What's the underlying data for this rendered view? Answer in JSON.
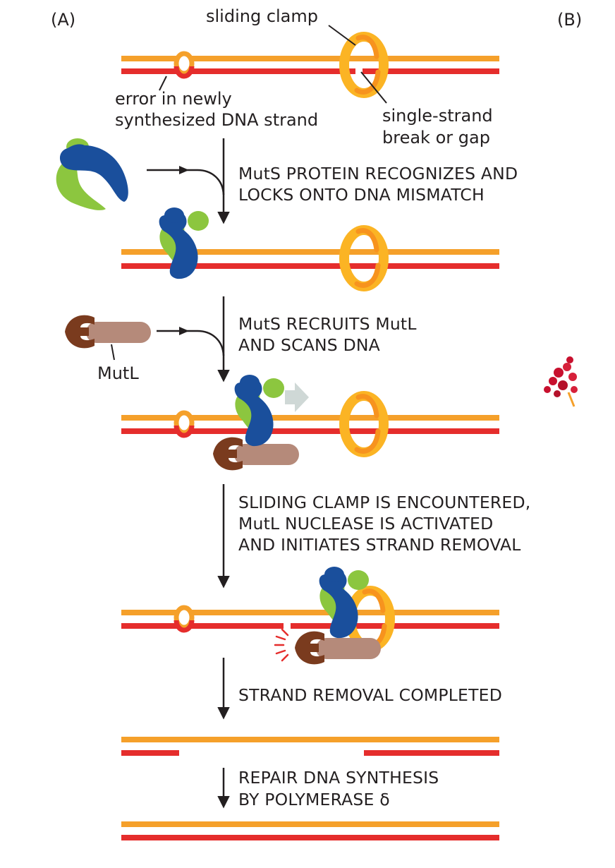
{
  "panel_labels": {
    "a": "(A)",
    "b": "(B)"
  },
  "labels": {
    "sliding_clamp": "sliding clamp",
    "error_line1": "error in newly",
    "error_line2": "synthesized DNA strand",
    "gap_line1": "single-strand",
    "gap_line2": "break or gap",
    "mutl": "MutL"
  },
  "steps": [
    {
      "line1": "MutS PROTEIN RECOGNIZES AND",
      "line2": "LOCKS ONTO DNA MISMATCH"
    },
    {
      "line1": "MutS RECRUITS MutL",
      "line2": "AND SCANS DNA"
    },
    {
      "line1": "SLIDING CLAMP IS ENCOUNTERED,",
      "line2": "MutL NUCLEASE IS ACTIVATED",
      "line3": "AND INITIATES STRAND REMOVAL"
    },
    {
      "line1": "STRAND REMOVAL COMPLETED"
    },
    {
      "line1": "REPAIR DNA SYNTHESIS",
      "line2": "BY POLYMERASE δ"
    }
  ],
  "colors": {
    "template_strand": "#f5a02a",
    "new_strand": "#e52d2c",
    "clamp": "#fbb424",
    "muts_dark": "#1a4f9c",
    "muts_light": "#8cc63f",
    "mutl_dark": "#7a3b1e",
    "mutl_light": "#b58a7a",
    "scan_arrow": "#cfd8d6"
  }
}
